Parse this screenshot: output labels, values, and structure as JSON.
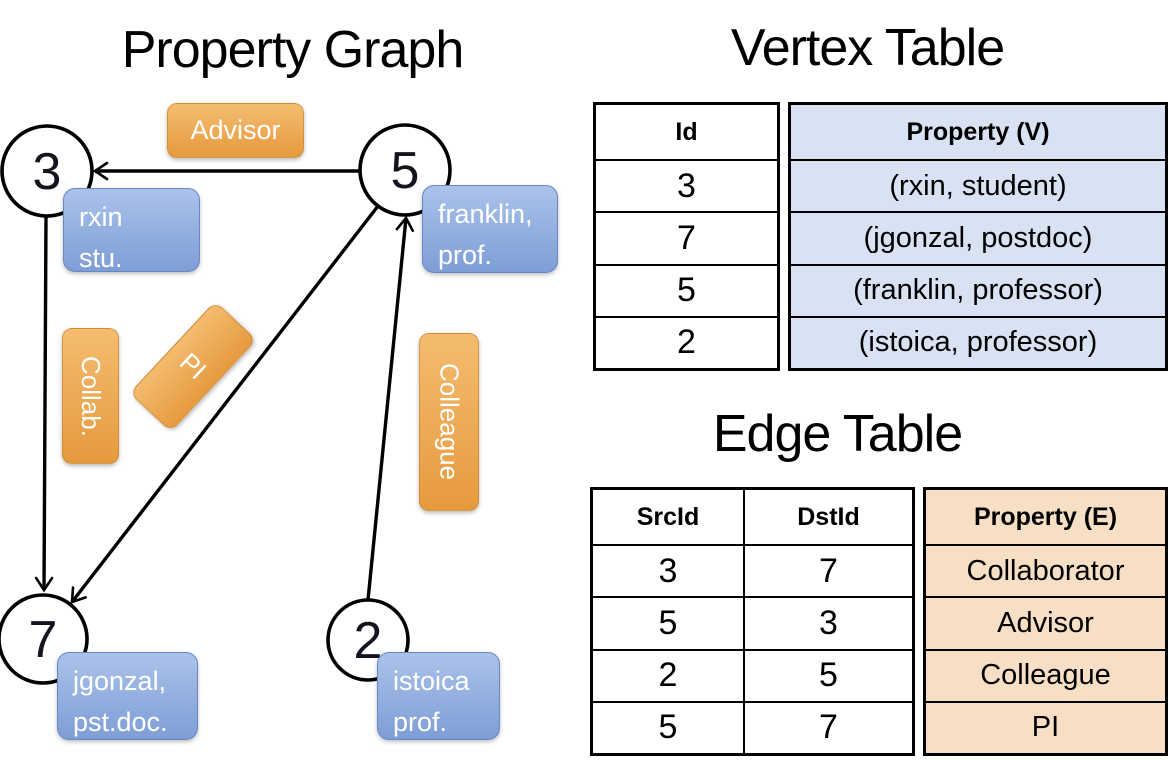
{
  "titles": {
    "graph": "Property Graph",
    "vertex_table": "Vertex Table",
    "edge_table": "Edge Table"
  },
  "graph": {
    "vertices": [
      {
        "id": "3",
        "label_line1": "rxin",
        "label_line2": "stu."
      },
      {
        "id": "5",
        "label_line1": "franklin,",
        "label_line2": "prof."
      },
      {
        "id": "7",
        "label_line1": "jgonzal,",
        "label_line2": "pst.doc."
      },
      {
        "id": "2",
        "label_line1": "istoica",
        "label_line2": "prof."
      }
    ],
    "edge_labels": {
      "advisor": "Advisor",
      "collab": "Collab.",
      "pi": "PI",
      "colleague": "Colleague"
    }
  },
  "vertex_table": {
    "headers": {
      "id": "Id",
      "property": "Property (V)"
    },
    "rows": [
      {
        "id": "3",
        "property": "(rxin, student)"
      },
      {
        "id": "7",
        "property": "(jgonzal, postdoc)"
      },
      {
        "id": "5",
        "property": "(franklin, professor)"
      },
      {
        "id": "2",
        "property": "(istoica, professor)"
      }
    ]
  },
  "edge_table": {
    "headers": {
      "src": "SrcId",
      "dst": "DstId",
      "property": "Property (E)"
    },
    "rows": [
      {
        "src": "3",
        "dst": "7",
        "property": "Collaborator"
      },
      {
        "src": "5",
        "dst": "3",
        "property": "Advisor"
      },
      {
        "src": "2",
        "dst": "5",
        "property": "Colleague"
      },
      {
        "src": "5",
        "dst": "7",
        "property": "PI"
      }
    ]
  },
  "colors": {
    "orange_box_top": "#F4BC70",
    "orange_box_bottom": "#E69A3E",
    "blue_box_top": "#ABC2EA",
    "blue_box_bottom": "#7E9ED6",
    "vertex_property_cell_bg": "#D9E2F3",
    "edge_property_cell_bg": "#F6DFC4",
    "line_color": "#000000"
  }
}
